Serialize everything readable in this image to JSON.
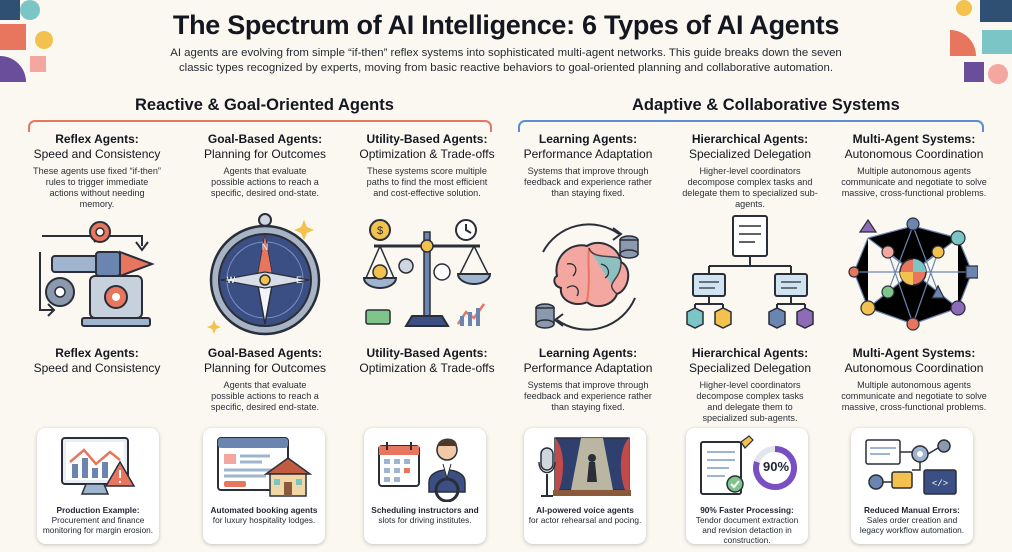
{
  "header": {
    "title": "The Spectrum of AI Intelligence: 6 Types of AI Agents",
    "subtitle": "AI agents are evolving from simple “if-then” reflex systems into sophisticated multi-agent networks. This guide breaks down the seven classic types recognized by experts, moving from basic reactive behaviors to goal-oriented planning and collaborative automation."
  },
  "sections": [
    {
      "title": "Reactive & Goal-Oriented Agents",
      "color": "#e6775f"
    },
    {
      "title": "Adaptive & Collaborative Systems",
      "color": "#5b8ed6"
    }
  ],
  "agents": [
    {
      "title": "Reflex Agents:",
      "subtitle": "Speed and Consistency",
      "desc": "These agents use fixed “if-then” rules to trigger immediate actions without needing memory.",
      "title2": "Reflex Agents:",
      "subtitle2": "Speed and Consistency",
      "desc2": "",
      "card_bold": "Production Example:",
      "card_text": "Procurement and finance monitoring for margin erosion."
    },
    {
      "title": "Goal-Based Agents:",
      "subtitle": "Planning for Outcomes",
      "desc": "Agents that evaluate possible actions to reach a specific, desired ond-state.",
      "title2": "Goal-Based Agents:",
      "subtitle2": "Planning for Outcomes",
      "desc2": "Agents that evaluate possible actions to reach a specific, desired end-state.",
      "card_bold": "Automated booking agents",
      "card_text": "for luxury hospitality lodges."
    },
    {
      "title": "Utility-Based Agents:",
      "subtitle": "Optimization & Trade-offs",
      "desc": "These systems score multiple paths to find the most efficient and cost-effective solution.",
      "title2": "Utility-Based Agents:",
      "subtitle2": "Optimization & Trade-offs",
      "desc2": "",
      "card_bold": "Scheduling instructors and",
      "card_text": "slots for driving institutes."
    },
    {
      "title": "Learning Agents:",
      "subtitle": "Performance Adaptation",
      "desc": "Systems that improve through feedback and experience rather than staying fixed.",
      "title2": "Learning Agents:",
      "subtitle2": "Performance Adaptation",
      "desc2": "Systems that improve through feedback and experience rather than staying fixed.",
      "card_bold": "AI-powered voice agents",
      "card_text": "for actor rehearsal and pocing."
    },
    {
      "title": "Hierarchical Agents:",
      "subtitle": "Specialized Delegation",
      "desc": "Higher-level coordinators decompose complex tasks and delegate them to specialized sub-agents.",
      "title2": "Hierarchical Agents:",
      "subtitle2": "Specialized Delegation",
      "desc2": "Higher-level coordinators decompose complex tasks and delegate them to specialized sub-agents.",
      "card_bold": "90% Faster Processing:",
      "card_text": "Tendor document extraction and revision detaction in construction.",
      "card_percent": "90%"
    },
    {
      "title": "Multi-Agent Systems:",
      "subtitle": "Autonomous Coordination",
      "desc": "Multiple autonomous agents communicate and negotiate to solve massive, cross-functional problems.",
      "title2": "Multi-Agent Systems:",
      "subtitle2": "Autonomous Coordination",
      "desc2": "Multiple autonomous agents communicate and negotiate to solve massive, cross-functional problems.",
      "card_bold": "Reduced Manual Errors:",
      "card_text": "Sales order creation and legacy workflow automation."
    }
  ],
  "icons": [
    "reflex-gears-icon",
    "compass-icon",
    "balance-scale-icon",
    "brain-cycle-icon",
    "hierarchy-tree-icon",
    "agent-network-icon"
  ],
  "card_icons": [
    "monitor-chart-alert-icon",
    "booking-browser-lodge-icon",
    "calendar-instructor-icon",
    "microphone-stage-icon",
    "document-progress-icon",
    "workflow-code-icon"
  ]
}
